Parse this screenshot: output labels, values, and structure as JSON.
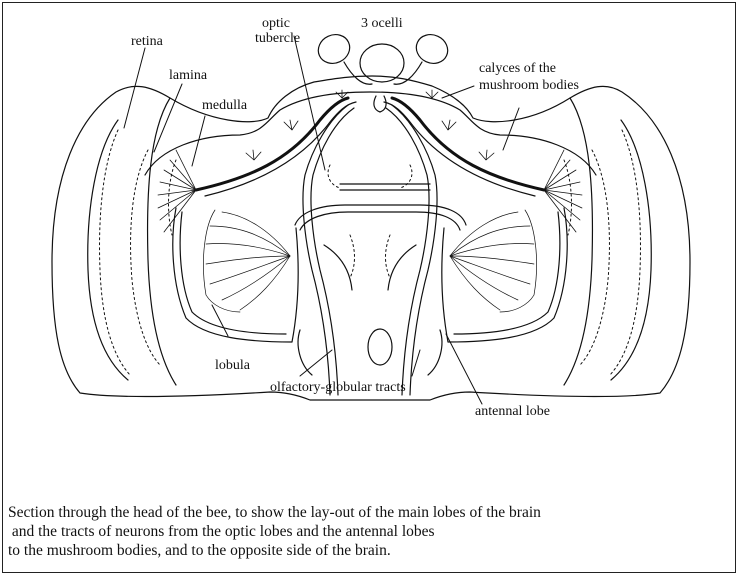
{
  "labels": {
    "ocelli": "3  ocelli",
    "optic_tubercle_line1": "optic",
    "optic_tubercle_line2": "tubercle",
    "retina": "retina",
    "lamina": "lamina",
    "medulla": "medulla",
    "calyces_line1": "calyces of the",
    "calyces_line2": "mushroom bodies",
    "lobula": "lobula",
    "olfactory_globular_tracts": "olfactory-globular tracts",
    "antennal_lobe": "antennal lobe"
  },
  "caption": {
    "line1": "Section through the head of the bee, to show the lay-out of the main lobes of the brain",
    "line2": " and the tracts of neurons from the optic lobes and the antennal lobes",
    "line3": "to the mushroom bodies, and to the opposite side of the brain."
  }
}
